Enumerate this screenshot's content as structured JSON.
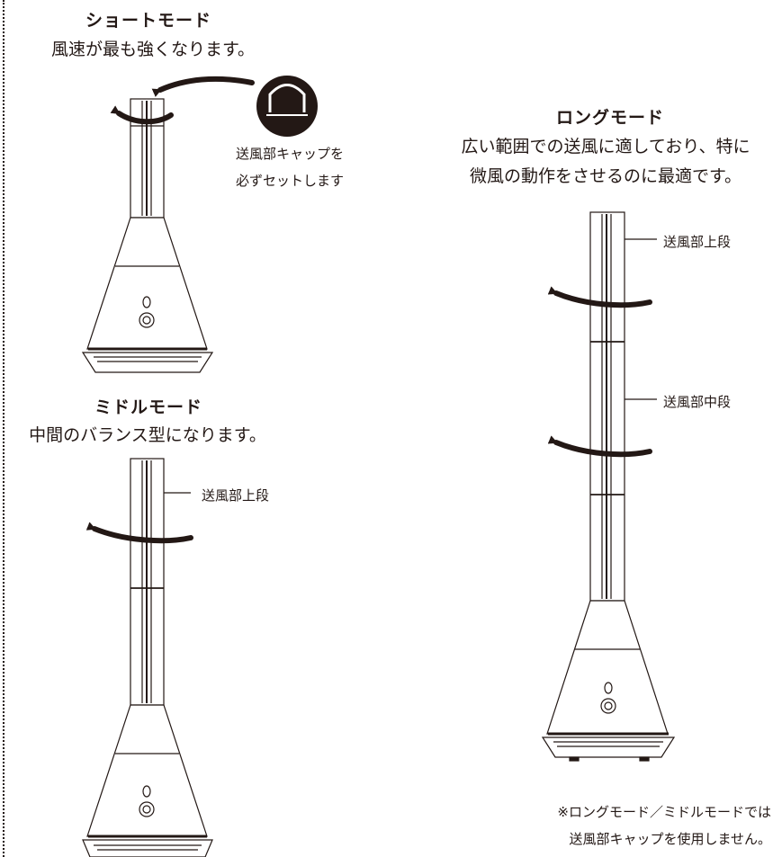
{
  "short_mode": {
    "title": "ショートモード",
    "description": "風速が最も強くなります。",
    "cap_note_line1": "送風部キャップを",
    "cap_note_line2": "必ずセットします"
  },
  "middle_mode": {
    "title": "ミドルモード",
    "description": "中間のバランス型になります。",
    "label_upper": "送風部上段"
  },
  "long_mode": {
    "title": "ロングモード",
    "description_line1": "広い範囲での送風に適しており、特に",
    "description_line2": "微風の動作をさせるのに最適です。",
    "label_upper": "送風部上段",
    "label_middle": "送風部中段"
  },
  "footnote": {
    "line1": "※ロングモード／ミドルモードでは",
    "line2": "送風部キャップを使用しません。"
  }
}
